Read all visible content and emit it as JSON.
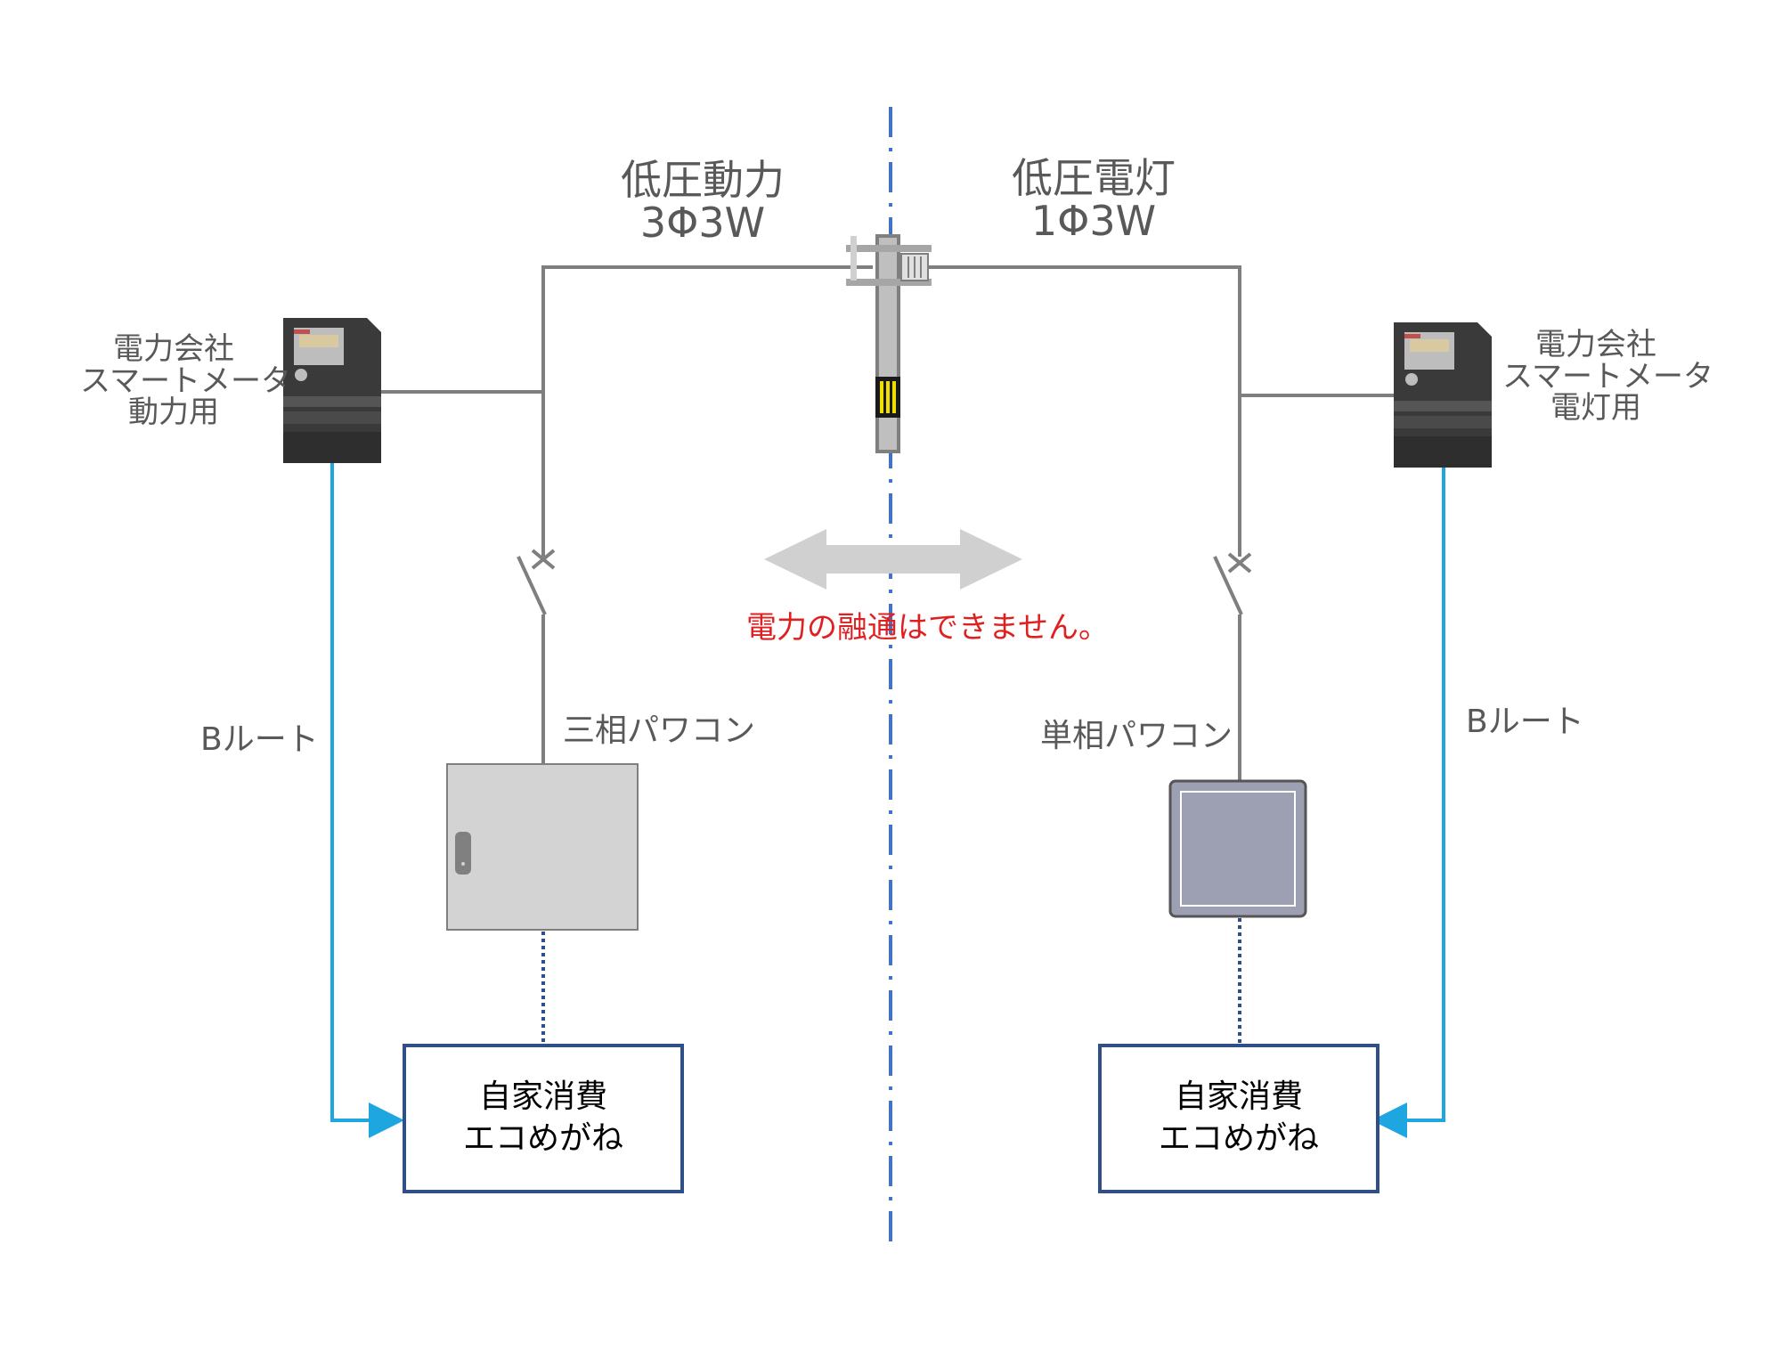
{
  "left": {
    "service_title": "低圧動力",
    "service_spec": "3Φ3W",
    "meter_label": [
      "電力会社",
      "スマートメータ",
      "動力用"
    ],
    "route_label": "Bルート",
    "inverter_label": "三相パワコン",
    "display_box": [
      "自家消費",
      "エコめがね"
    ]
  },
  "right": {
    "service_title": "低圧電灯",
    "service_spec": "1Φ3W",
    "meter_label": [
      "電力会社",
      "スマートメータ",
      "電灯用"
    ],
    "route_label": "Bルート",
    "inverter_label": "単相パワコン",
    "display_box": [
      "自家消費",
      "エコめがね"
    ]
  },
  "center": {
    "warning": "電力の融通はできません。"
  },
  "icons": [
    "utility-pole-icon",
    "smart-meter-icon",
    "switch-icon",
    "double-arrow-icon",
    "three-phase-inverter-icon",
    "single-phase-inverter-icon"
  ],
  "colors": {
    "wire": "#7f7f7f",
    "b_route": "#1ea6e0",
    "divider": "#4472c4",
    "box_border": "#2f4f86",
    "warning": "#e02020",
    "text": "#595959"
  }
}
